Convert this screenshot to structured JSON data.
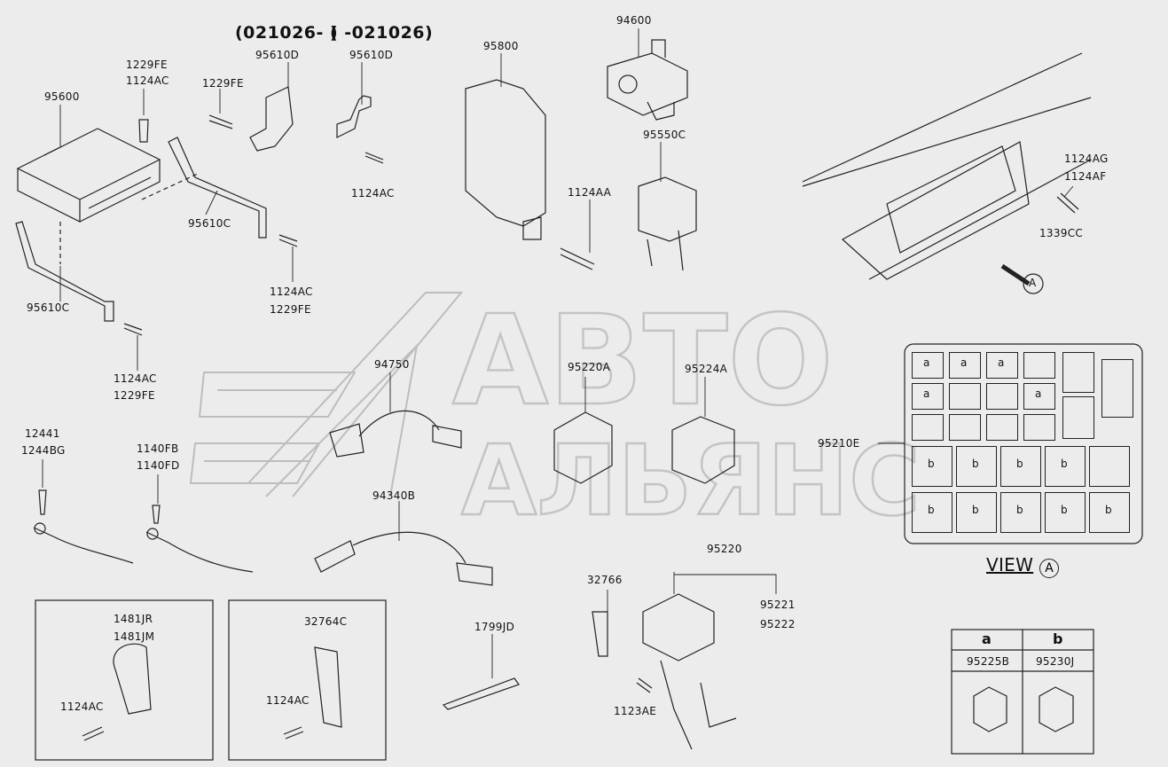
{
  "title_variants": [
    "(021026- )",
    "( -021026)"
  ],
  "labels": {
    "p95610D_a": "95610D",
    "p95610D_b": "95610D",
    "p1229FE_top": "1229FE",
    "p1124AC_top": "1124AC",
    "p1229FE_mid": "1229FE",
    "p95600": "95600",
    "p95610C_a": "95610C",
    "p95610C_b": "95610C",
    "p1124AC_b1": "1124AC",
    "p1229FE_b1": "1229FE",
    "p1124AC_d": "1124AC",
    "p1124AC_l": "1124AC",
    "p1229FE_l": "1229FE",
    "p95800": "95800",
    "p94600": "94600",
    "p95550C": "95550C",
    "p1124AA": "1124AA",
    "p1124AG": "1124AG",
    "p1124AF": "1124AF",
    "p1339CC": "1339CC",
    "p94750": "94750",
    "p95220A": "95220A",
    "p95224A": "95224A",
    "p95210E": "95210E",
    "p12441": "12441",
    "p1244BG": "1244BG",
    "p1140FB": "1140FB",
    "p1140FD": "1140FD",
    "p94340B": "94340B",
    "p95220": "95220",
    "p32766": "32766",
    "p95221": "95221",
    "p95222": "95222",
    "p1123AE": "1123AE",
    "p1799JD": "1799JD",
    "p1481JR": "1481JR",
    "p1481JM": "1481JM",
    "p1124AC_box1": "1124AC",
    "p32764C": "32764C",
    "p1124AC_box2": "1124AC"
  },
  "view_a": {
    "label": "VIEW",
    "circle_letter": "A",
    "arrow_letter": "A",
    "grid_top": [
      [
        "a",
        "a",
        "a",
        ""
      ],
      [
        "a",
        "",
        "",
        "a"
      ],
      [
        "",
        "",
        "",
        ""
      ]
    ],
    "grid_bottom": [
      [
        "b",
        "b",
        "b",
        "b",
        ""
      ],
      [
        "b",
        "b",
        "b",
        "b",
        "b"
      ]
    ]
  },
  "legend": {
    "col_a": "a",
    "col_b": "b",
    "part_a": "95225B",
    "part_b": "95230J"
  },
  "watermark": {
    "line1": "АВТО",
    "line2": "АЛЬЯНС"
  }
}
